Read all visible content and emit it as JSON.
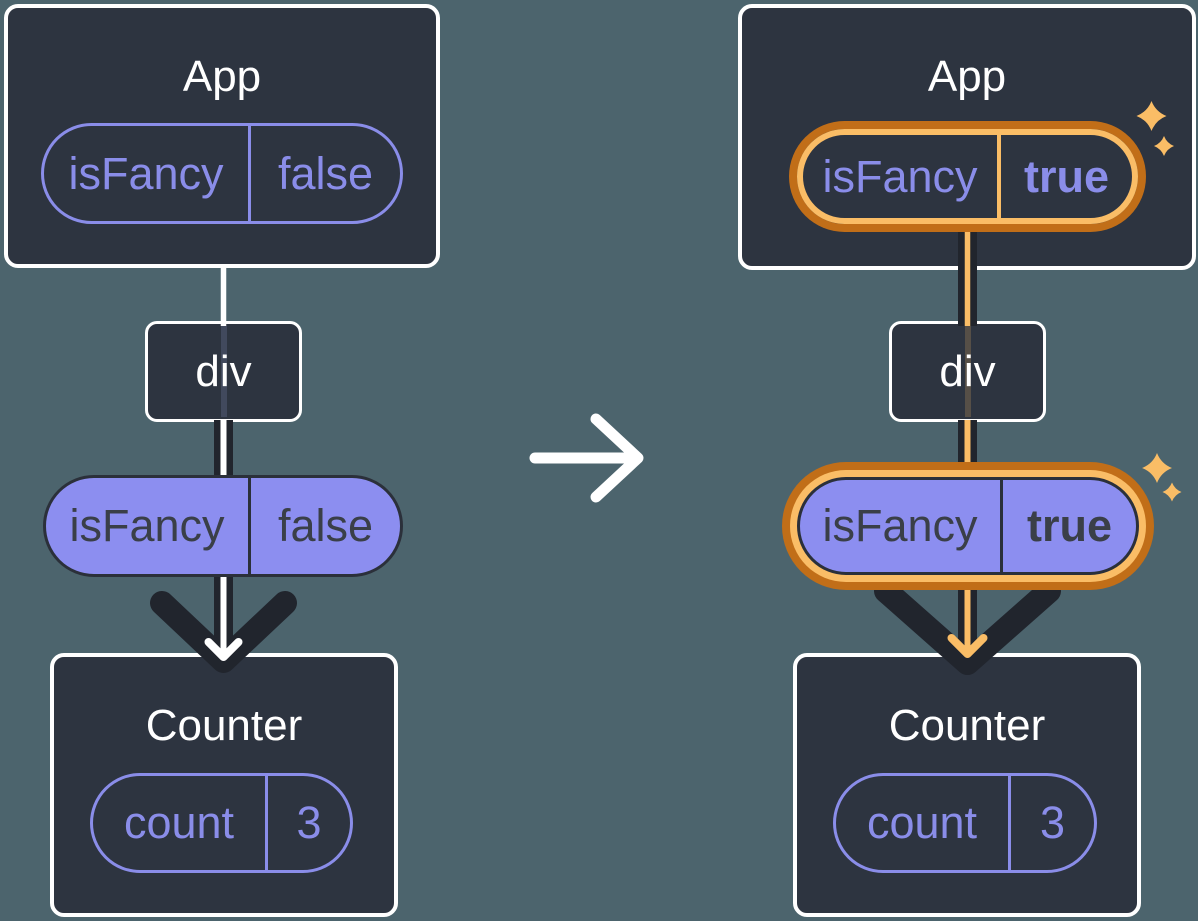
{
  "before": {
    "app": {
      "title": "App",
      "prop": {
        "name": "isFancy",
        "value": "false"
      }
    },
    "div_tag": {
      "label": "div"
    },
    "passed_prop": {
      "name": "isFancy",
      "value": "false"
    },
    "counter": {
      "title": "Counter",
      "state": {
        "name": "count",
        "value": "3"
      }
    }
  },
  "after": {
    "app": {
      "title": "App",
      "prop": {
        "name": "isFancy",
        "value": "true"
      }
    },
    "div_tag": {
      "label": "div"
    },
    "passed_prop": {
      "name": "isFancy",
      "value": "true"
    },
    "counter": {
      "title": "Counter",
      "state": {
        "name": "count",
        "value": "3"
      }
    }
  },
  "icons": {
    "transition_arrow": "right-arrow",
    "sparkle_large": "sparkle",
    "sparkle_small": "sparkle",
    "prop_flow_arrow": "down-arrow"
  },
  "colors": {
    "background": "#4c646d",
    "box_fill": "#2d3440",
    "box_border": "#ffffff",
    "purple_fill": "#8c8ef0",
    "purple_text": "#8a8de9",
    "dark_pipe": "#21252d",
    "orange_light": "#fabd66",
    "orange_dark": "#c16e18",
    "dark_text_on_purple": "#3a3f48"
  }
}
